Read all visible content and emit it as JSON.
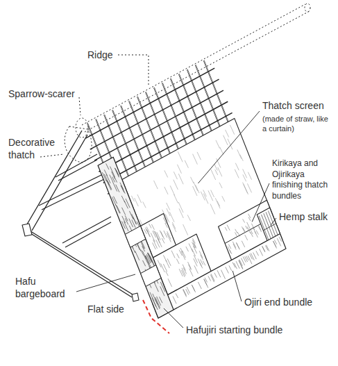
{
  "diagram": {
    "labels": [
      "Ridge",
      "Sparrow-scarer",
      "Decorative thatch",
      "Thatch screen",
      "(made of straw, like a curtain)",
      "Kirikaya and Ojirikaya finishing thatch bundles",
      "Hemp stalk",
      "Hafu bargeboard",
      "Flat side",
      "Ojiri end bundle",
      "Hafujiri starting bundle"
    ]
  }
}
